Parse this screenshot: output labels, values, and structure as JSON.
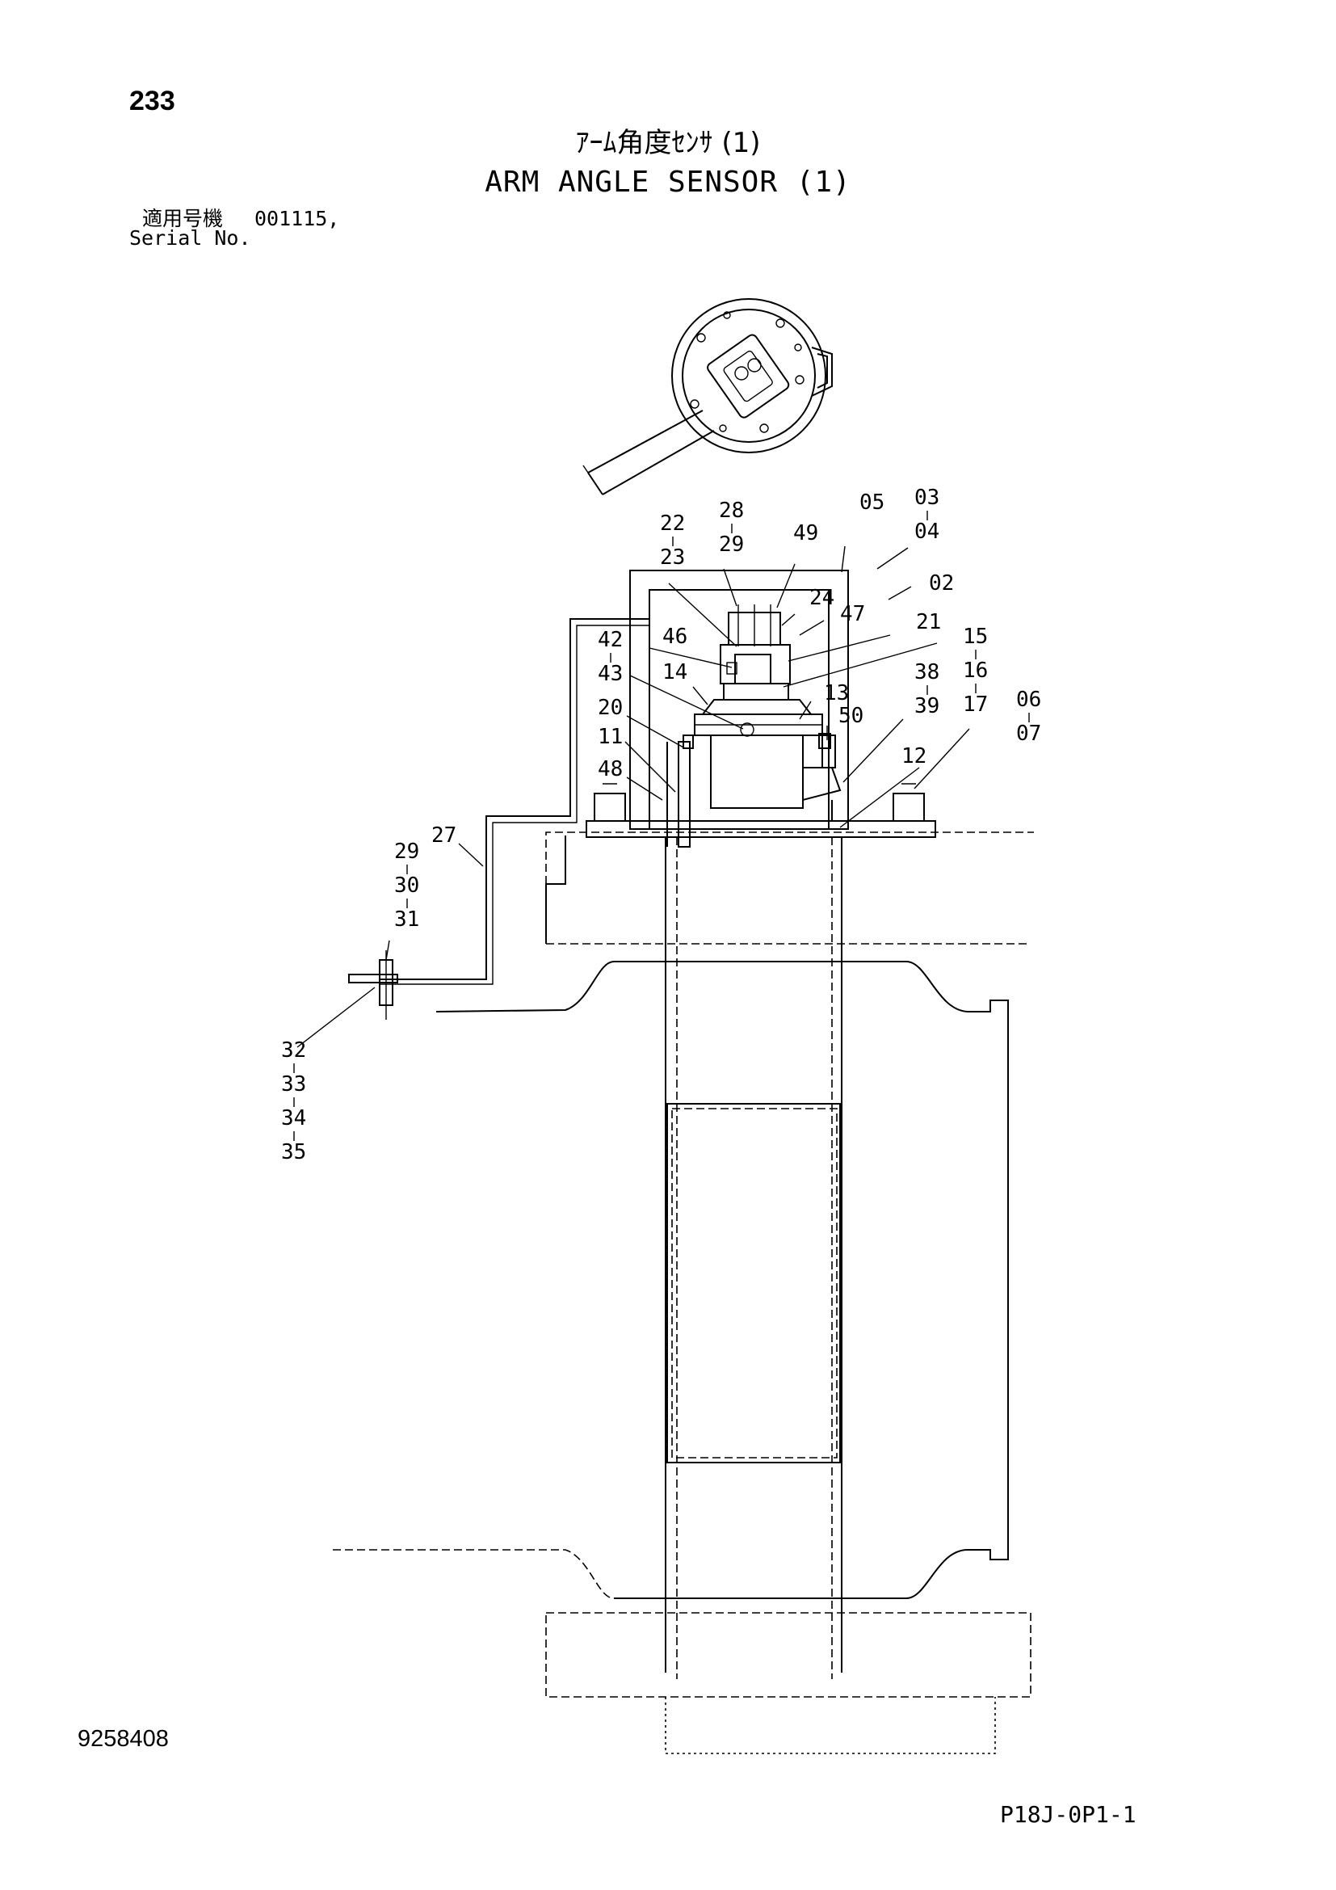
{
  "header": {
    "page_number": "233",
    "title_jp": "ｱｰﾑ角度ｾﾝｻ (1)",
    "title_en": "ARM ANGLE SENSOR (1)",
    "serial_label_jp": "適用号機",
    "serial_value": "001115,",
    "serial_label_en": "Serial No."
  },
  "footer": {
    "drawing_number": "9258408",
    "sheet_code": "P18J-0P1-1"
  },
  "callouts": {
    "c22_23": [
      "22",
      "23"
    ],
    "c28_29": [
      "28",
      "29"
    ],
    "c49": [
      "49"
    ],
    "c05": [
      "05"
    ],
    "c03_04": [
      "03",
      "04"
    ],
    "c02": [
      "02"
    ],
    "c24": [
      "24"
    ],
    "c47": [
      "47"
    ],
    "c21": [
      "21"
    ],
    "c15_17": [
      "15",
      "16",
      "17"
    ],
    "c42_43": [
      "42",
      "43"
    ],
    "c46": [
      "46"
    ],
    "c14": [
      "14"
    ],
    "c13": [
      "13"
    ],
    "c38_39": [
      "38",
      "39"
    ],
    "c06_07": [
      "06",
      "07"
    ],
    "c20": [
      "20"
    ],
    "c50": [
      "50"
    ],
    "c11": [
      "11"
    ],
    "c12": [
      "12"
    ],
    "c48": [
      "48"
    ],
    "c27": [
      "27"
    ],
    "c29_31": [
      "29",
      "30",
      "31"
    ],
    "c32_35": [
      "32",
      "33",
      "34",
      "35"
    ]
  }
}
